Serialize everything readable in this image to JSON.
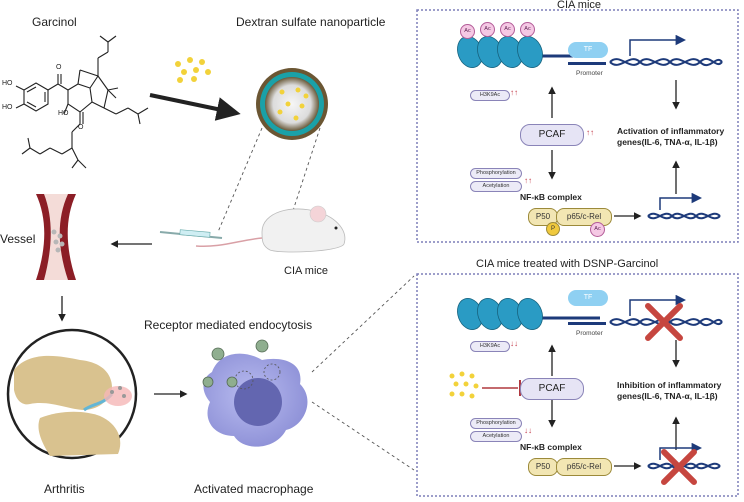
{
  "left": {
    "garcinol_label": "Garcinol",
    "nanoparticle_label": "Dextran sulfate nanoparticle",
    "vessel_label": "Vessel",
    "cia_mice_label": "CIA mice",
    "endocytosis_label": "Receptor mediated endocytosis",
    "arthritis_label": "Arthritis",
    "macrophage_label": "Activated macrophage",
    "chem_labels": [
      "HO",
      "HO",
      "O",
      "O",
      "HO"
    ]
  },
  "top_panel": {
    "title": "CIA mice",
    "ac_labels": [
      "Ac",
      "Ac",
      "Ac",
      "Ac"
    ],
    "tf_label": "TF",
    "promoter_label": "Promoter",
    "h3k9ac_label": "H3K9Ac",
    "pcaf_label": "PCAF",
    "phosphorylation_label": "Phosphorylation",
    "acetylation_label": "Acetylation",
    "nfkb_label": "NF-κB complex",
    "p50_label": "P50",
    "p65_label": "p65/c-Rel",
    "p_label": "P",
    "ac_small_label": "Ac",
    "activation_line1": "Activation of inflammatory",
    "activation_line2": "genes(IL-6, TNA-α, IL-1β)",
    "up_arrows": "↑↑"
  },
  "bottom_panel": {
    "title": "CIA mice treated with DSNP-Garcinol",
    "tf_label": "TF",
    "promoter_label": "Promoter",
    "h3k9ac_label": "H3K9Ac",
    "pcaf_label": "PCAF",
    "phosphorylation_label": "Phosphorylation",
    "acetylation_label": "Acetylation",
    "nfkb_label": "NF-κB complex",
    "p50_label": "P50",
    "p65_label": "p65/c-Rel",
    "inhibition_line1": "Inhibition of inflammatory",
    "inhibition_line2": "genes(IL-6, TNA-α, IL-1β)",
    "down_arrows": "↓↓"
  },
  "colors": {
    "panel_border": "#7d7fb8",
    "histone": "#2a9bc4",
    "dna": "#1d3a7a",
    "nanoparticle_dot": "#f2d23a",
    "inhibit": "#b0383f",
    "cross": "#c6463f",
    "macrophage": "#9c9fe0"
  }
}
